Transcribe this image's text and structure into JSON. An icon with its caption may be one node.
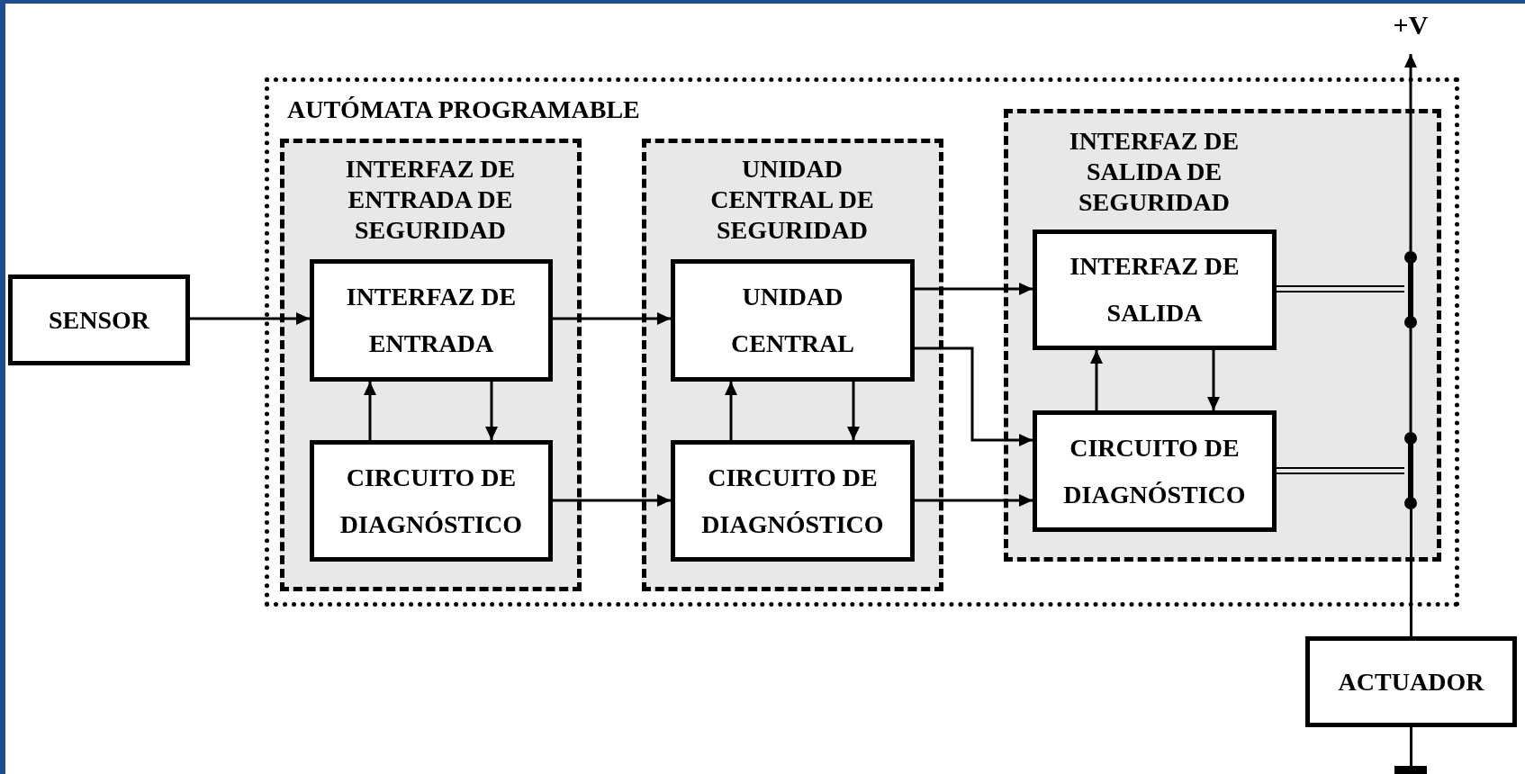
{
  "diagram": {
    "nodes": [
      {
        "text": [
          "SENSOR"
        ]
      },
      {
        "text": [
          "AUTÓMATA PROGRAMABLE"
        ]
      },
      {
        "text": [
          "INTERFAZ DE ENTRADA DE SEGURIDAD"
        ],
        "in": 1
      },
      {
        "text": [
          "INTERFAZ DE ENTRADA"
        ],
        "in": 2
      },
      {
        "text": [
          "CIRCUITO DE DIAGNÓSTICO"
        ],
        "in": 2
      },
      {
        "text": [
          "UNIDAD CENTRAL DE SEGURIDAD"
        ],
        "in": 1
      },
      {
        "text": [
          "UNIDAD CENTRAL"
        ],
        "in": 5
      },
      {
        "text": [
          "CIRCUITO DE DIAGNÓSTICO"
        ],
        "in": 5
      },
      {
        "text": [
          "INTERFAZ DE SALIDA DE SEGURIDAD"
        ],
        "in": 1
      },
      {
        "text": [
          "INTERFAZ DE SALIDA"
        ],
        "in": 8
      },
      {
        "text": [
          "CIRCUITO DE DIAGNÓSTICO"
        ],
        "in": 8
      },
      {
        "text": [
          "+V"
        ]
      },
      {
        "text": [],
        "shape": "bar",
        "in": 8
      },
      {
        "text": [],
        "shape": "bar",
        "in": 8
      },
      {
        "text": [
          "ACTUADOR"
        ]
      },
      {
        "text": [],
        "shape": "bar"
      }
    ],
    "edges": [
      {
        "from": 0,
        "to": 3,
        "arrow": "to"
      },
      {
        "from": 3,
        "to": 6,
        "arrow": "to"
      },
      {
        "from": 4,
        "to": 7,
        "arrow": "to"
      },
      {
        "from": 4,
        "to": 3,
        "arrow": "to"
      },
      {
        "from": 3,
        "to": 4,
        "arrow": "to"
      },
      {
        "from": 7,
        "to": 6,
        "arrow": "to"
      },
      {
        "from": 6,
        "to": 7,
        "arrow": "to"
      },
      {
        "from": 6,
        "to": 9,
        "arrow": "to"
      },
      {
        "from": 6,
        "to": 10,
        "arrow": "to"
      },
      {
        "from": 7,
        "to": 10,
        "arrow": "to"
      },
      {
        "from": 10,
        "to": 9,
        "arrow": "to"
      },
      {
        "from": 9,
        "to": 10,
        "arrow": "to"
      },
      {
        "from": 9,
        "to": 12,
        "arrow": "none"
      },
      {
        "from": 10,
        "to": 13,
        "arrow": "none"
      },
      {
        "from": 14,
        "to": 13,
        "arrow": "none"
      },
      {
        "from": 13,
        "to": 12,
        "arrow": "none"
      },
      {
        "from": 12,
        "to": 11,
        "arrow": "to"
      },
      {
        "from": 14,
        "to": 15,
        "arrow": "none"
      }
    ]
  }
}
